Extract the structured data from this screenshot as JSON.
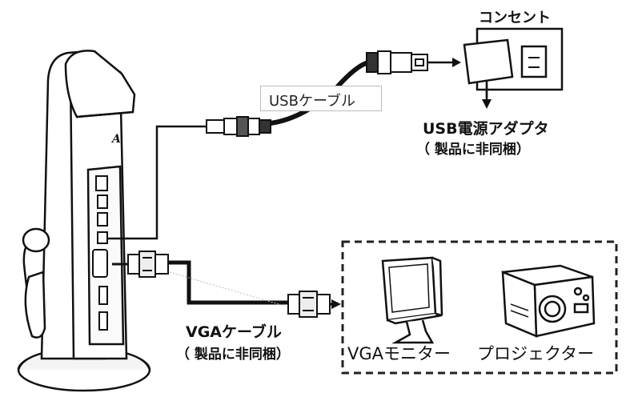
{
  "labels": {
    "outlet": "コンセント",
    "usb_cable": "USBケーブル",
    "usb_adapter": "USB電源アダプタ",
    "usb_adapter_note": "（ 製品に非同梱）",
    "vga_cable": "VGAケーブル",
    "vga_cable_note": "（ 製品に非同梱）",
    "vga_monitor": "VGAモニター",
    "projector": "プロジェクター",
    "device_logo": "A"
  },
  "colors": {
    "line": "#111111",
    "dashed_box": "#222222"
  }
}
